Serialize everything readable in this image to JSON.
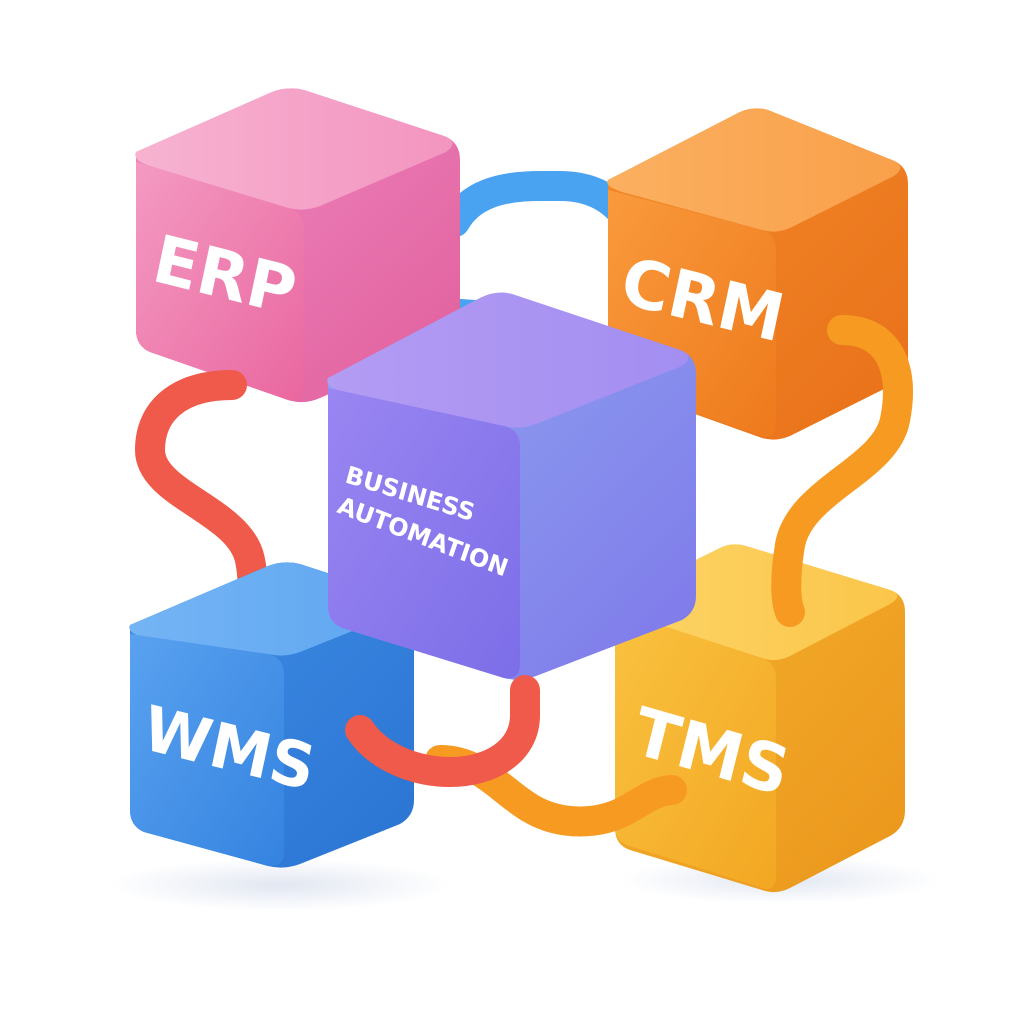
{
  "diagram": {
    "center": {
      "label_line1": "BUSINESS",
      "label_line2": "AUTOMATION",
      "color": "#8d7cf0"
    },
    "nodes": [
      {
        "id": "erp",
        "label": "ERP",
        "color": "#f07fb0"
      },
      {
        "id": "crm",
        "label": "CRM",
        "color": "#f58a2a"
      },
      {
        "id": "wms",
        "label": "WMS",
        "color": "#3f8ee6"
      },
      {
        "id": "tms",
        "label": "TMS",
        "color": "#f7b52c"
      }
    ],
    "connectors": [
      {
        "from": "erp",
        "to": "crm",
        "color": "#4aa3f0"
      },
      {
        "from": "erp",
        "to": "wms",
        "color": "#ef5a4a"
      },
      {
        "from": "crm",
        "to": "tms",
        "color": "#f79a22"
      },
      {
        "from": "wms",
        "to": "center",
        "color": "#ef5a4a"
      },
      {
        "from": "wms",
        "to": "tms",
        "color": "#f79a22"
      }
    ]
  }
}
